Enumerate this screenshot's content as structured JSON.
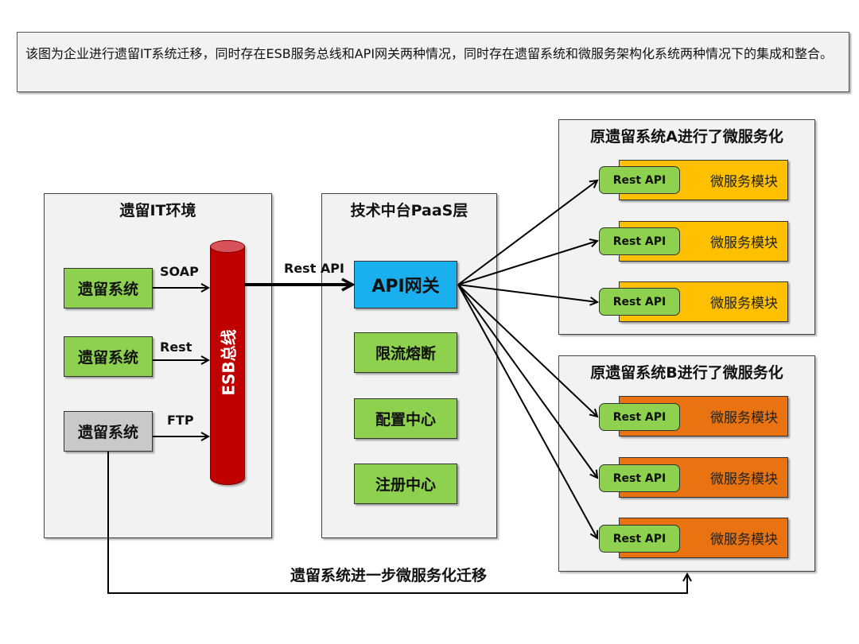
{
  "description": "该图为企业进行遗留IT系统迁移，同时存在ESB服务总线和API网关两种情况，同时存在遗留系统和微服务架构化系统两种情况下的集成和整合。",
  "legacy_env": {
    "title": "遗留IT环境",
    "systems": [
      {
        "label": "遗留系统",
        "protocol": "SOAP",
        "color": "#8dd14f"
      },
      {
        "label": "遗留系统",
        "protocol": "Rest",
        "color": "#8dd14f"
      },
      {
        "label": "遗留系统",
        "protocol": "FTP",
        "color": "#c9c9c9"
      }
    ],
    "esb_label": "ESB总线",
    "esb_color": "#c00000"
  },
  "esb_to_gateway_label": "Rest API",
  "paas": {
    "title": "技术中台PaaS层",
    "gateway": {
      "label": "API网关",
      "color": "#1ab0ef"
    },
    "components": [
      "限流熔断",
      "配置中心",
      "注册中心"
    ]
  },
  "system_a": {
    "title": "原遗留系统A进行了微服务化",
    "module_color": "#ffc000",
    "modules": [
      {
        "api": "Rest API",
        "label": "微服务模块"
      },
      {
        "api": "Rest API",
        "label": "微服务模块"
      },
      {
        "api": "Rest API",
        "label": "微服务模块"
      }
    ]
  },
  "system_b": {
    "title": "原遗留系统B进行了微服务化",
    "module_color": "#e87310",
    "modules": [
      {
        "api": "Rest API",
        "label": "微服务模块"
      },
      {
        "api": "Rest API",
        "label": "微服务模块"
      },
      {
        "api": "Rest API",
        "label": "微服务模块"
      }
    ]
  },
  "migration_label": "遗留系统进一步微服务化迁移"
}
